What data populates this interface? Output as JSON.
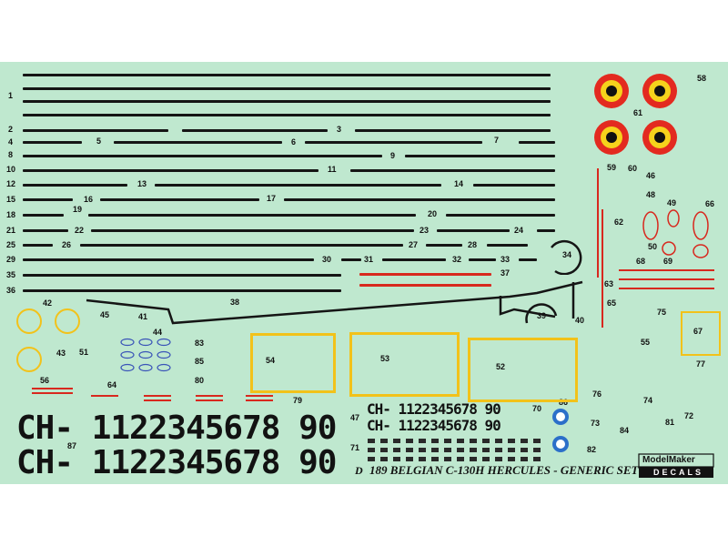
{
  "sheet": {
    "background": "#bfe8cf",
    "title": "189 BELGIAN C-130H HERCULES - GENERIC SET",
    "sheet_letter": "D",
    "brand_top": "ModelMaker",
    "brand_bottom": "DECALS"
  },
  "registrations": {
    "large_1": "CH-  1122345678 90",
    "large_2": "CH-  1122345678 90",
    "small_1": "CH- 1122345678 90",
    "small_2": "CH- 1122345678 90"
  },
  "labels": {
    "n1": "1",
    "n2": "2",
    "n3": "3",
    "n4": "4",
    "n5": "5",
    "n6": "6",
    "n7": "7",
    "n8": "8",
    "n9": "9",
    "n10": "10",
    "n11": "11",
    "n12": "12",
    "n13": "13",
    "n14": "14",
    "n15": "15",
    "n16": "16",
    "n17": "17",
    "n18": "18",
    "n19": "19",
    "n20": "20",
    "n21": "21",
    "n22": "22",
    "n23": "23",
    "n24": "24",
    "n25": "25",
    "n26": "26",
    "n27": "27",
    "n28": "28",
    "n29": "29",
    "n30": "30",
    "n31": "31",
    "n32": "32",
    "n33": "33",
    "n34": "34",
    "n35": "35",
    "n36": "36",
    "n37": "37",
    "n38": "38",
    "n39": "39",
    "n40": "40",
    "n41": "41",
    "n42": "42",
    "n43": "43",
    "n44": "44",
    "n45": "45",
    "n46": "46",
    "n47": "47",
    "n48": "48",
    "n49": "49",
    "n50": "50",
    "n51": "51",
    "n52": "52",
    "n53": "53",
    "n54": "54",
    "n55": "55",
    "n56": "56",
    "n58": "58",
    "n59": "59",
    "n60": "60",
    "n61": "61",
    "n62": "62",
    "n63": "63",
    "n64": "64",
    "n65": "65",
    "n66": "66",
    "n67": "67",
    "n68": "68",
    "n69": "69",
    "n70": "70",
    "n71": "71",
    "n72": "72",
    "n73": "73",
    "n74": "74",
    "n75": "75",
    "n76": "76",
    "n77": "77",
    "n79": "79",
    "n80": "80",
    "n81": "81",
    "n82": "82",
    "n83": "83",
    "n84": "84",
    "n85": "85",
    "n86": "86",
    "n87": "87"
  },
  "colors": {
    "black": "#151515",
    "red": "#d8281e",
    "yellow": "#f2c21a",
    "roundel_red": "#e32a20",
    "roundel_yellow": "#f6d21c"
  }
}
